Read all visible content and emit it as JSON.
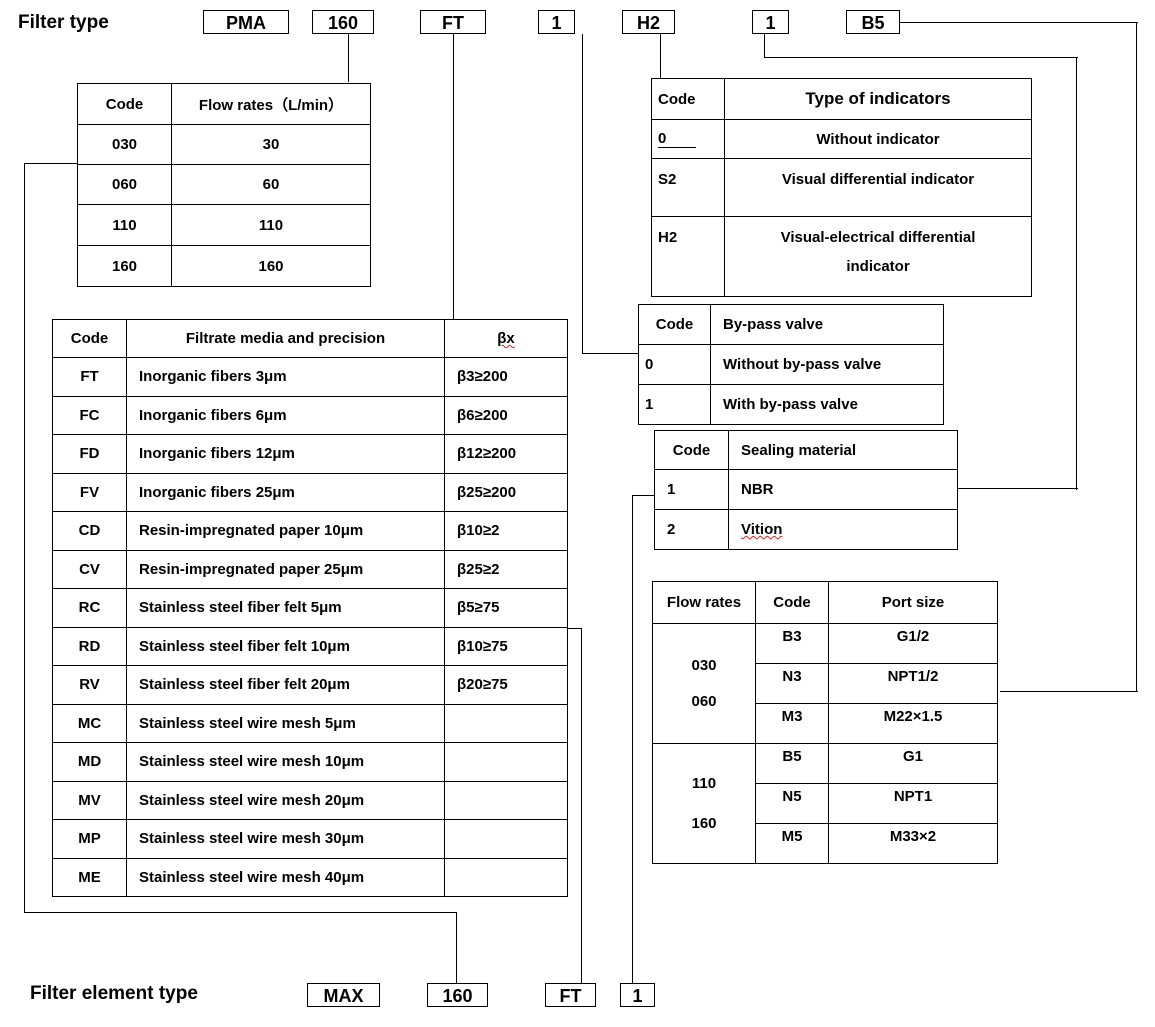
{
  "header": {
    "title": "Filter type",
    "codes": [
      "PMA",
      "160",
      "FT",
      "1",
      "H2",
      "1",
      "B5"
    ]
  },
  "footer": {
    "title": "Filter element type",
    "codes": [
      "MAX",
      "160",
      "FT",
      "1"
    ]
  },
  "flow_table": {
    "headers": [
      "Code",
      "Flow rates（L/min）"
    ],
    "rows": [
      [
        "030",
        "30"
      ],
      [
        "060",
        "60"
      ],
      [
        "110",
        "110"
      ],
      [
        "160",
        "160"
      ]
    ]
  },
  "media_table": {
    "headers": [
      "Code",
      "Filtrate media and precision",
      "βx"
    ],
    "rows": [
      [
        "FT",
        "Inorganic fibers 3μm",
        "β3≥200"
      ],
      [
        "FC",
        "Inorganic fibers 6μm",
        "β6≥200"
      ],
      [
        "FD",
        "Inorganic fibers 12μm",
        "β12≥200"
      ],
      [
        "FV",
        "Inorganic fibers 25μm",
        "β25≥200"
      ],
      [
        "CD",
        "Resin-impregnated paper 10μm",
        "β10≥2"
      ],
      [
        "CV",
        "Resin-impregnated paper 25μm",
        "β25≥2"
      ],
      [
        "RC",
        "Stainless steel fiber felt 5μm",
        "β5≥75"
      ],
      [
        "RD",
        "Stainless steel fiber felt 10μm",
        "β10≥75"
      ],
      [
        "RV",
        "Stainless steel fiber felt 20μm",
        "β20≥75"
      ],
      [
        "MC",
        "Stainless steel wire mesh 5μm",
        ""
      ],
      [
        "MD",
        "Stainless steel wire mesh 10μm",
        ""
      ],
      [
        "MV",
        "Stainless steel wire mesh 20μm",
        ""
      ],
      [
        "MP",
        "Stainless steel wire mesh 30μm",
        ""
      ],
      [
        "ME",
        "Stainless steel wire mesh 40μm",
        ""
      ]
    ]
  },
  "indicator_table": {
    "headers": [
      "Code",
      "Type of indicators"
    ],
    "rows": [
      [
        "0",
        "Without indicator"
      ],
      [
        "S2",
        "Visual differential indicator"
      ],
      [
        "H2",
        "Visual-electrical differential",
        "indicator"
      ]
    ]
  },
  "bypass_table": {
    "headers": [
      "Code",
      "By-pass valve"
    ],
    "rows": [
      [
        "0",
        "Without by-pass valve"
      ],
      [
        "1",
        "With by-pass valve"
      ]
    ]
  },
  "seal_table": {
    "headers": [
      "Code",
      "Sealing material"
    ],
    "rows": [
      [
        "1",
        "NBR"
      ],
      [
        "2",
        "Vition"
      ]
    ]
  },
  "port_table": {
    "headers": [
      "Flow rates",
      "Code",
      "Port size"
    ],
    "groups": [
      {
        "flow": [
          "030",
          "060"
        ],
        "rows": [
          [
            "B3",
            "G1/2"
          ],
          [
            "N3",
            "NPT1/2"
          ],
          [
            "M3",
            "M22×1.5"
          ]
        ]
      },
      {
        "flow": [
          "110",
          "160"
        ],
        "rows": [
          [
            "B5",
            "G1"
          ],
          [
            "N5",
            "NPT1"
          ],
          [
            "M5",
            "M33×2"
          ]
        ]
      }
    ]
  }
}
